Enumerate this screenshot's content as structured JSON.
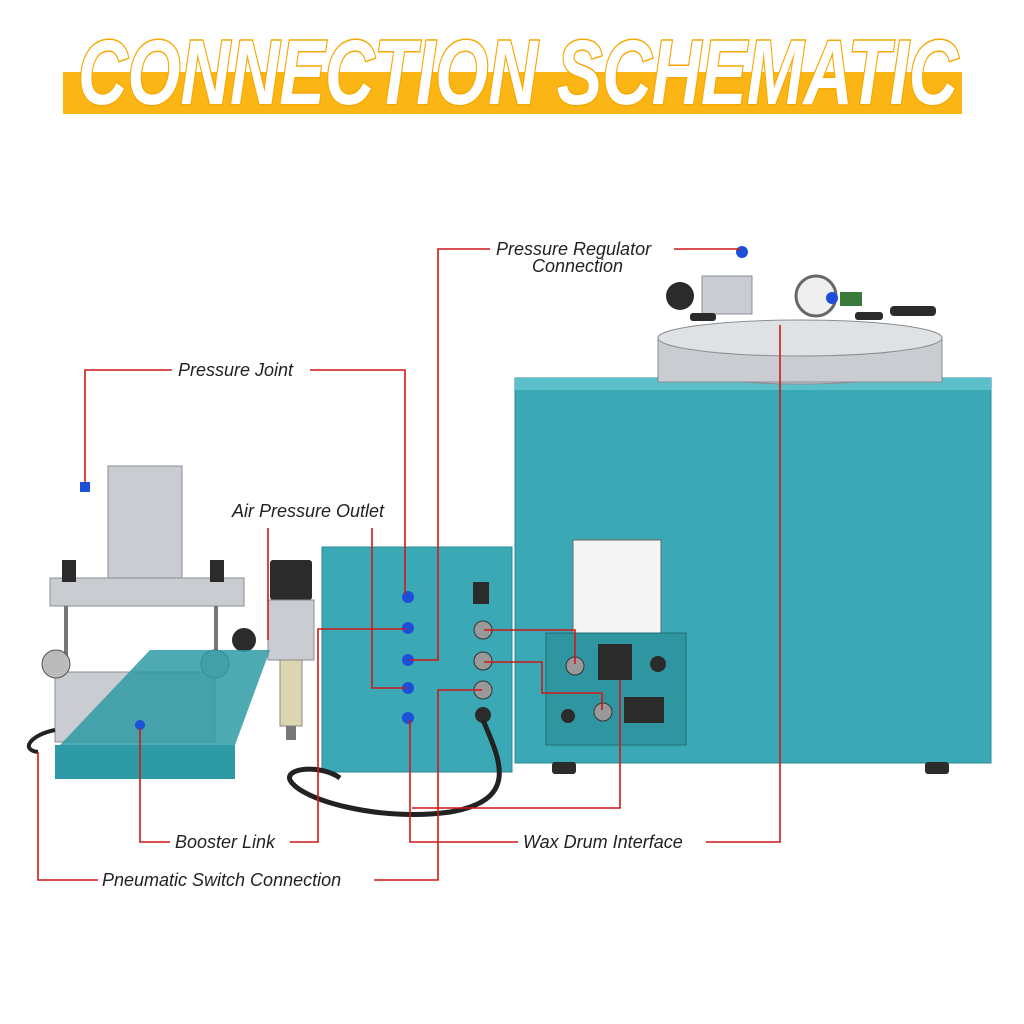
{
  "title": {
    "text": "CONNECTION SCHEMATIC",
    "band_color": "#fbb616",
    "outline_color": "#f6a800"
  },
  "callouts": {
    "pressure_regulator_line1": "Pressure Regulator",
    "pressure_regulator_line2": "Connection",
    "pressure_joint": "Pressure Joint",
    "air_pressure_outlet": "Air Pressure Outlet",
    "booster_link": "Booster Link",
    "wax_drum_interface": "Wax Drum Interface",
    "pneumatic_switch_connection": "Pneumatic Switch Connection"
  },
  "colors": {
    "leader_line": "#d01818",
    "machine_body": "#3aa9b5",
    "fitting": "#1d4fd8"
  }
}
